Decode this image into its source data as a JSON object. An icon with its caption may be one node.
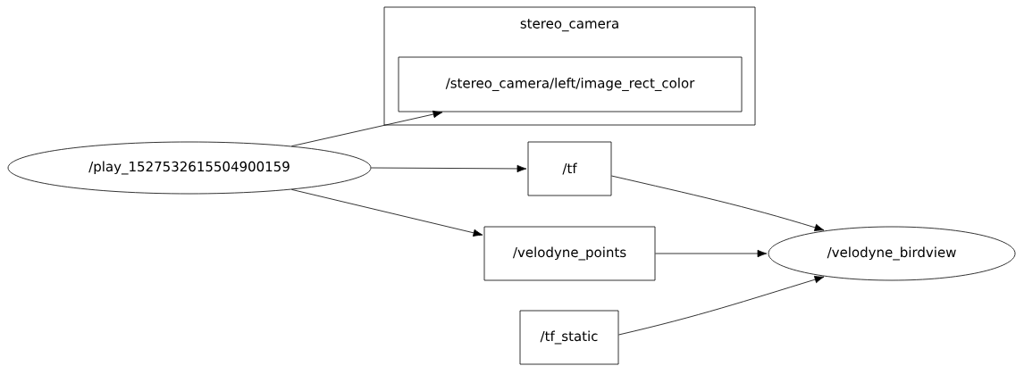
{
  "diagram": {
    "nodes": [
      {
        "text": [
          "stereo_camera"
        ]
      },
      {
        "text": [
          "/stereo_camera/left/image_rect_color"
        ],
        "in": 0
      },
      {
        "text": [
          "/play_1527532615504900159"
        ]
      },
      {
        "text": [
          "/tf"
        ]
      },
      {
        "text": [
          "/velodyne_points"
        ]
      },
      {
        "text": [
          "/velodyne_birdview"
        ]
      },
      {
        "text": [
          "/tf_static"
        ]
      }
    ],
    "edges": [
      {
        "from": 2,
        "to": 1,
        "arrow": "to"
      },
      {
        "from": 2,
        "to": 3,
        "arrow": "to"
      },
      {
        "from": 2,
        "to": 4,
        "arrow": "to"
      },
      {
        "from": 3,
        "to": 5,
        "arrow": "to"
      },
      {
        "from": 4,
        "to": 5,
        "arrow": "to"
      },
      {
        "from": 6,
        "to": 5,
        "arrow": "to"
      }
    ]
  }
}
